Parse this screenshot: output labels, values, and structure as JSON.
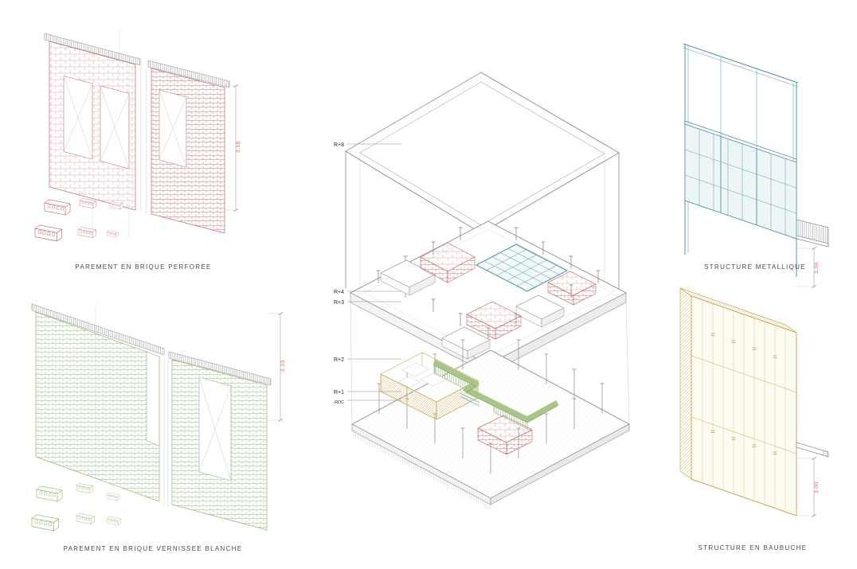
{
  "page": {
    "background": "#ffffff"
  },
  "colors": {
    "page_bg": "#ffffff",
    "brick_pink": "#c4797c",
    "brick_pink_light": "#d9a3a6",
    "brick_green": "#9cbb7c",
    "brick_green_light": "#b7cd9a",
    "metal_teal": "#4e93a5",
    "wood_tan": "#c9a855",
    "wood_tan_light": "#dcc487",
    "walkway_green": "#a9c588",
    "walkway_green_dark": "#7ea05e",
    "dimension_red": "#e0635a",
    "line_gray": "#8a8a8a",
    "caption_gray": "#4a4a4a"
  },
  "panels": {
    "brick_perforated": {
      "caption": "PAREMENT EN BRIQUE PERFOREE",
      "dimension": "3.18"
    },
    "brick_glazed": {
      "caption": "PAREMENT EN BRIQUE VERNISSEE BLANCHE",
      "dimension": "3.33"
    },
    "metal_structure": {
      "caption": "STRUCTURE METALLIQUE",
      "dimension": "3.00"
    },
    "baubuche_structure": {
      "caption": "STRUCTURE EN BAUBUCHE",
      "dimension": "3.00"
    },
    "exploded_axon": {
      "floor_labels": [
        "R+8",
        "R+4",
        "R+3",
        "R+2",
        "R+1",
        "RDC"
      ]
    }
  }
}
